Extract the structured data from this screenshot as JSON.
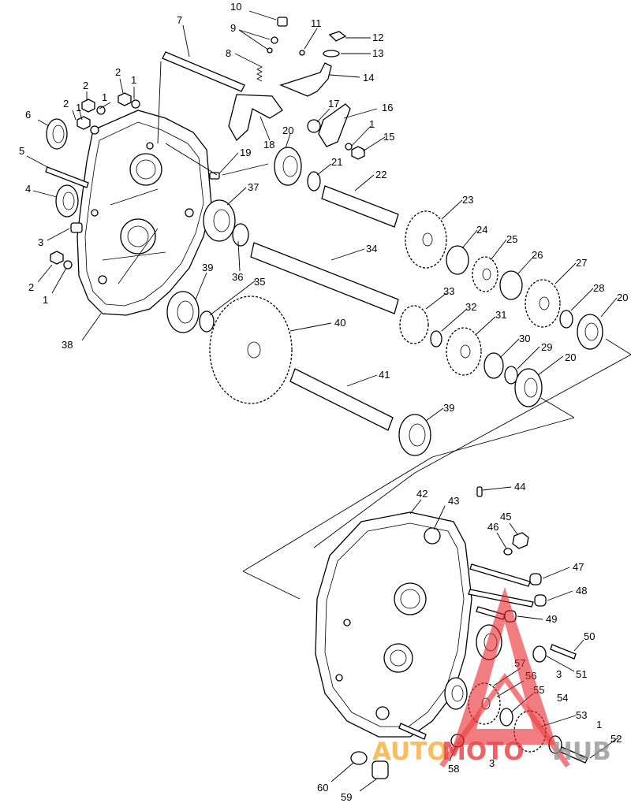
{
  "diagram": {
    "labels": {
      "l1a": "1",
      "l1b": "1",
      "l1c": "1",
      "l1d": "1",
      "l1e": "1",
      "l1f": "1",
      "l2a": "2",
      "l2b": "2",
      "l2c": "2",
      "l2d": "2",
      "l3a": "3",
      "l3b": "3",
      "l3c": "3",
      "l4": "4",
      "l5": "5",
      "l6": "6",
      "l7": "7",
      "l8": "8",
      "l9": "9",
      "l10": "10",
      "l11": "11",
      "l12": "12",
      "l13": "13",
      "l14": "14",
      "l15": "15",
      "l16": "16",
      "l17": "17",
      "l18": "18",
      "l19": "19",
      "l20a": "20",
      "l20b": "20",
      "l20c": "20",
      "l21": "21",
      "l22": "22",
      "l23": "23",
      "l24": "24",
      "l25": "25",
      "l26": "26",
      "l27": "27",
      "l28": "28",
      "l29": "29",
      "l30": "30",
      "l31": "31",
      "l32": "32",
      "l33": "33",
      "l34": "34",
      "l35": "35",
      "l36": "36",
      "l37": "37",
      "l38": "38",
      "l39a": "39",
      "l39b": "39",
      "l40": "40",
      "l41": "41",
      "l42": "42",
      "l43": "43",
      "l44": "44",
      "l45": "45",
      "l46": "46",
      "l47": "47",
      "l48": "48",
      "l49": "49",
      "l50": "50",
      "l51": "51",
      "l52": "52",
      "l53": "53",
      "l54": "54",
      "l55": "55",
      "l56": "56",
      "l57": "57",
      "l58": "58",
      "l59": "59",
      "l60": "60"
    }
  },
  "watermark": {
    "text_auto": "AUTO",
    "text_moto": "MOTO",
    "text_hub": "HUB",
    "color_red": "#e8262b",
    "color_orange": "#f5a623",
    "color_gray": "#8a8a8a"
  }
}
